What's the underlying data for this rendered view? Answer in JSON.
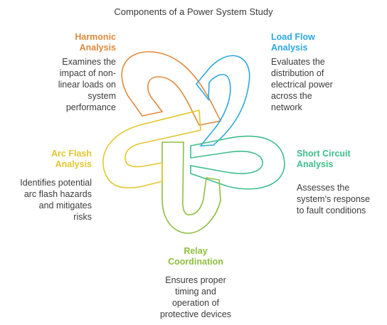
{
  "title": "Components of a Power System Study",
  "components": [
    {
      "id": "harmonic",
      "heading_line1": "Harmonic",
      "heading_line2": "Analysis",
      "description": [
        "Examines the",
        "impact of non-",
        "linear loads on",
        "system",
        "performance"
      ],
      "color": "#E08A3C"
    },
    {
      "id": "load-flow",
      "heading_line1": "Load Flow",
      "heading_line2": "Analysis",
      "description": [
        "Evaluates the",
        "distribution of",
        "electrical power",
        "across the",
        "network"
      ],
      "color": "#2EA8E0"
    },
    {
      "id": "short-circuit",
      "heading_line1": "Short Circuit",
      "heading_line2": "Analysis",
      "description": [
        "Assesses the",
        "system's response",
        "to fault conditions"
      ],
      "color": "#3DBE8A"
    },
    {
      "id": "relay",
      "heading_line1": "Relay",
      "heading_line2": "Coordination",
      "description": [
        "Ensures proper",
        "timing and",
        "operation of",
        "protective devices"
      ],
      "color": "#8DBF3E"
    },
    {
      "id": "arc-flash",
      "heading_line1": "Arc Flash",
      "heading_line2": "Analysis",
      "description": [
        "Identifies potential",
        "arc flash hazards",
        "and mitigates",
        "risks"
      ],
      "color": "#E3C62F"
    }
  ]
}
